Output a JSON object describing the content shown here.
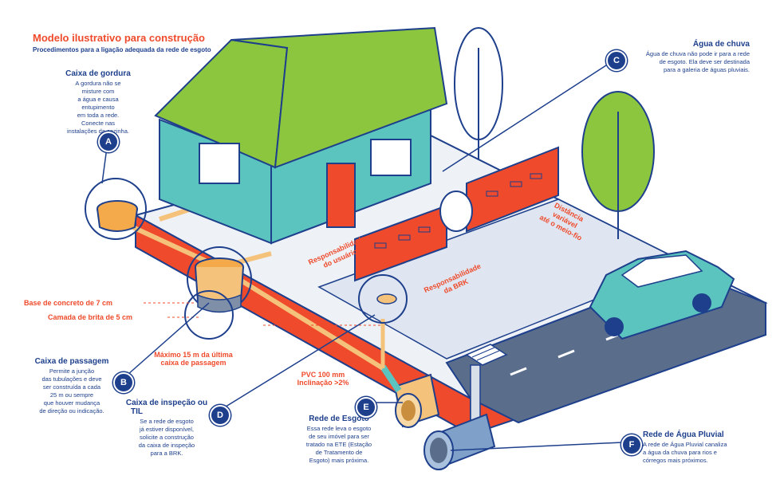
{
  "header": {
    "title": "Modelo ilustrativo para construção",
    "subtitle": "Procedimentos para a ligação adequada da rede de esgoto"
  },
  "sections": {
    "a": {
      "badge": "A",
      "title": "Caixa de gordura",
      "lines": [
        "A gordura não se",
        "misture com",
        "a água e causa",
        "entupimento",
        "em toda a rede.",
        "Conecte nas",
        "instalações da cozinha."
      ]
    },
    "b": {
      "badge": "B",
      "title": "Caixa de passagem",
      "lines": [
        "Permite a junção",
        "das tubulações e deve",
        "ser construída a cada",
        "25 m ou sempre",
        "que houver mudança",
        "de direção ou indicação."
      ]
    },
    "c": {
      "badge": "C",
      "title": "Água de chuva",
      "lines": [
        "Água de chuva não pode ir para a rede",
        "de esgoto. Ela deve ser destinada",
        "para a galeria de águas pluviais."
      ]
    },
    "d": {
      "badge": "D",
      "title": "Caixa de inspeção ou",
      "title2": "TIL",
      "lines": [
        "Se a rede de esgoto",
        "já estiver disponível,",
        "solicite a construção",
        "da caixa de inspeção",
        "para a BRK."
      ]
    },
    "e": {
      "badge": "E",
      "title": "Rede de Esgoto",
      "lines": [
        "Essa rede leva o esgoto",
        "de seu imóvel para ser",
        "tratado na ETE (Estação",
        "de Tratamento de",
        "Esgoto) mais próxima."
      ]
    },
    "f": {
      "badge": "F",
      "title": "Rede de Água Pluvial",
      "lines": [
        "A rede de Água Pluvial canaliza",
        "a água da chuva para rios e",
        "córregos mais próximos."
      ]
    }
  },
  "labels": {
    "base_concreto": "Base de concreto de 7 cm",
    "camada_brita": "Camada de brita de 5 cm",
    "maximo_1": "Máximo 15 m da última",
    "maximo_2": "caixa de passagem",
    "pvc_1": "PVC 100 mm",
    "pvc_2": "Inclinação >2%",
    "resp_usuario_1": "Responsabilidade",
    "resp_usuario_2": "do usuário",
    "resp_brk_1": "Responsabilidade",
    "resp_brk_2": "da BRK",
    "distancia_1": "Distância",
    "distancia_2": "variável",
    "distancia_3": "até o meio-fio"
  },
  "colors": {
    "navy": "#1d3f8c",
    "orange": "#ef4a2b",
    "roof_green": "#8cc63f",
    "wall_teal": "#5bc4bf",
    "pipe_tan": "#f4c27a",
    "road_gray": "#5a6e8c",
    "ground_gray": "#e9edf4"
  }
}
